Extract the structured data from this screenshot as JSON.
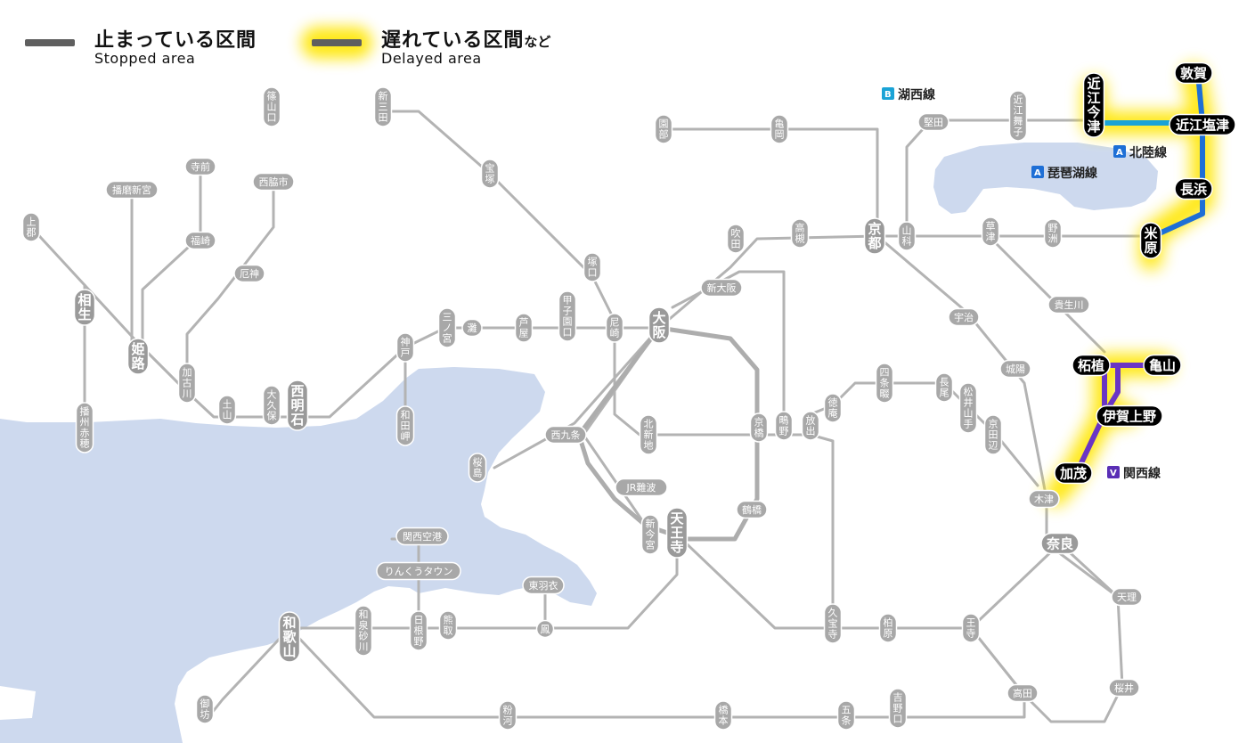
{
  "legend": {
    "stopped_title": "止まっている区間",
    "stopped_sub": "Stopped area",
    "delayed_title": "遅れている区間",
    "delayed_suffix": "など",
    "delayed_sub": "Delayed area",
    "stopped_color": "#5f5f5f",
    "delayed_glow_color": "#ffe600"
  },
  "colors": {
    "water": "#cdd9ee",
    "track": "#b3b3b3",
    "station_fill": "#a3a3a3",
    "highlight_station": "#000000",
    "hokuriku_line": "#1e90d6",
    "kansai_line": "#6a35c4",
    "glow": "#ffe600"
  },
  "lines": {
    "kosei": {
      "badge": "B",
      "name": "湖西線",
      "color": "#1aa3d6"
    },
    "hokuriku": {
      "badge": "A",
      "name": "北陸線",
      "color": "#1e6fd6"
    },
    "biwako": {
      "badge": "A",
      "name": "琵琶湖線",
      "color": "#1e6fd6"
    },
    "kansai": {
      "badge": "V",
      "name": "関西線",
      "color": "#5a2fb5"
    }
  },
  "stations": {
    "sasayamaguchi": "篠山口",
    "shinsanda": "新三田",
    "takarazuka": "宝塚",
    "sonobe": "園部",
    "kameoka": "亀岡",
    "katata": "堅田",
    "omimaiko": "近江舞子",
    "omiimazu": "近江今津",
    "tsuruga": "敦賀",
    "omishiotsu": "近江塩津",
    "nagahama": "長浜",
    "maibara": "米原",
    "kamigori": "上郡",
    "harimashinguu": "播磨新宮",
    "teramae": "寺前",
    "nishiwakishi": "西脇市",
    "fukusaki": "福崎",
    "yakujin": "厄神",
    "aioi": "相生",
    "himeji": "姫路",
    "kakogawa": "加古川",
    "doyama": "土山",
    "okubo": "大久保",
    "nishiakashi": "西明石",
    "banshuako": "播州赤穂",
    "kobe": "神戸",
    "sannomiya": "三ノ宮",
    "nada": "灘",
    "ashiya": "芦屋",
    "koshienguchi": "甲子園口",
    "amagasaki": "尼崎",
    "osaka": "大阪",
    "tsukaguchi": "塚口",
    "suita": "吹田",
    "takatsuki": "高槻",
    "kyoto": "京都",
    "yamashina": "山科",
    "kusatsu": "草津",
    "yasu": "野洲",
    "shinosaka": "新大阪",
    "wadamisaki": "和田岬",
    "nishikujo": "西九条",
    "sakurajima": "桜島",
    "kitashinchi": "北新地",
    "kyobashi": "京橋",
    "shigino": "鴫野",
    "hanaten": "放出",
    "tokuan": "徳庵",
    "shijonawate": "四条畷",
    "nagao": "長尾",
    "matsuiyamate": "松井山手",
    "kyotanabe": "京田辺",
    "uji": "宇治",
    "joyo": "城陽",
    "kibukawa": "貴生川",
    "tsuge": "柘植",
    "kameyama": "亀山",
    "igaueno": "伊賀上野",
    "kamo": "加茂",
    "kizu": "木津",
    "nara": "奈良",
    "tenri": "天理",
    "sakurai": "桜井",
    "jrnamba": "JR難波",
    "shinimamiya": "新今宮",
    "tennoji": "天王寺",
    "tsuruhashi": "鶴橋",
    "kansaikuko": "関西空港",
    "rinkutown": "りんくうタウン",
    "higashihagoromo": "東羽衣",
    "otori": "鳳",
    "izumisunagawa": "和泉砂川",
    "hineno": "日根野",
    "kumatori": "熊取",
    "wakayama": "和歌山",
    "gobo": "御坊",
    "kokawa": "粉河",
    "hashimoto": "橋本",
    "gojo": "五条",
    "yoshinoguchi": "吉野口",
    "takada": "高田",
    "ouji": "王寺",
    "kashiwara": "柏原",
    "kyuhoji": "久宝寺"
  }
}
